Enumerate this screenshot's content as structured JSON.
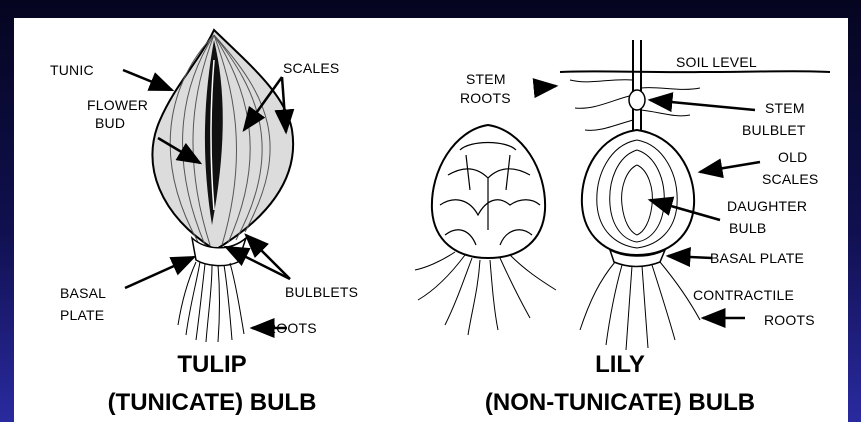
{
  "tulip": {
    "labels": {
      "tunic": "TUNIC",
      "scales": "SCALES",
      "flower_bud_1": "FLOWER",
      "flower_bud_2": "BUD",
      "basal_plate_1": "BASAL",
      "basal_plate_2": "PLATE",
      "bulblets": "BULBLETS",
      "roots": "ROOTS"
    },
    "caption_1": "TULIP",
    "caption_2": "(TUNICATE) BULB"
  },
  "lily": {
    "labels": {
      "soil_level": "SOIL LEVEL",
      "stem_roots_1": "STEM",
      "stem_roots_2": "ROOTS",
      "stem_bulblet_1": "STEM",
      "stem_bulblet_2": "BULBLET",
      "old_scales_1": "OLD",
      "old_scales_2": "SCALES",
      "daughter_bulb_1": "DAUGHTER",
      "daughter_bulb_2": "BULB",
      "basal_plate": "BASAL PLATE",
      "contractile_roots_1": "CONTRACTILE",
      "contractile_roots_2": "ROOTS"
    },
    "caption_1": "LILY",
    "caption_2": "(NON-TUNICATE) BULB"
  }
}
